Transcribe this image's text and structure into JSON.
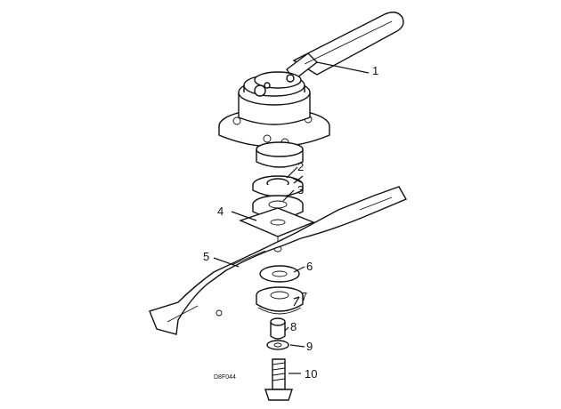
{
  "diagram": {
    "callouts": [
      "1",
      "2",
      "3",
      "4",
      "5",
      "6",
      "7",
      "8",
      "9",
      "10"
    ],
    "drawing_code": "D8F044"
  }
}
